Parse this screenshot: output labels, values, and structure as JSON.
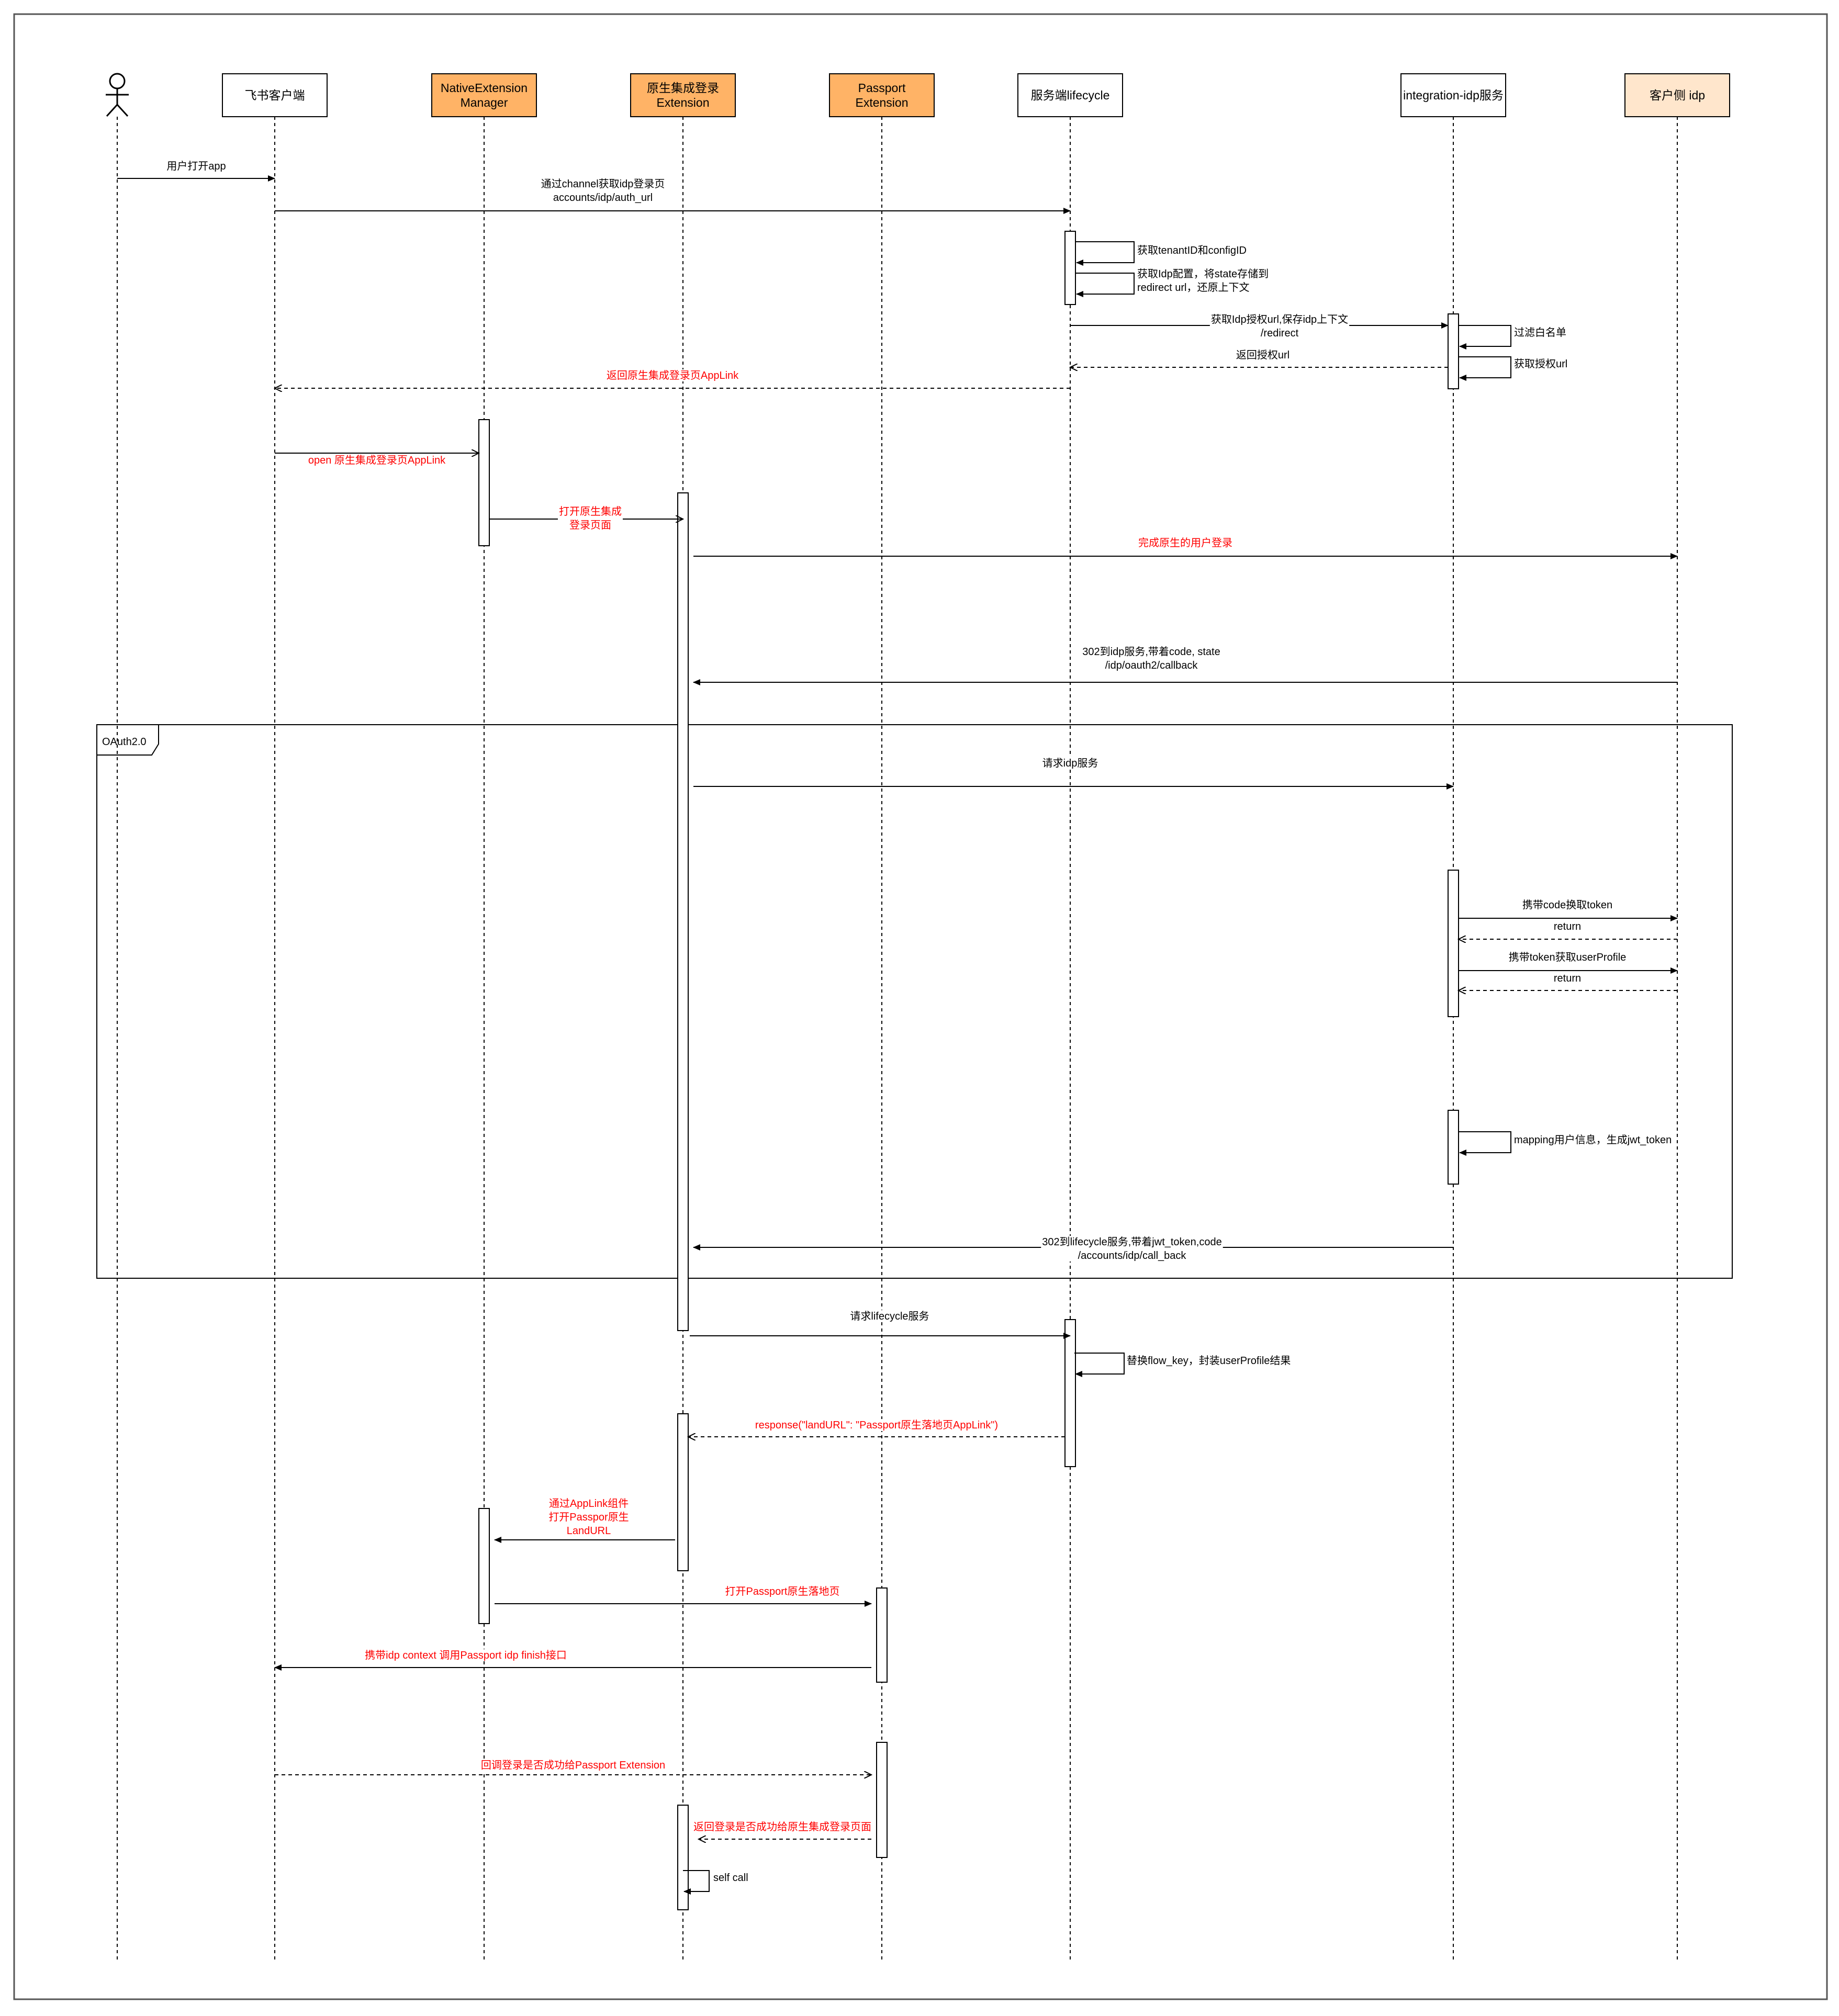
{
  "colors": {
    "line": "#000000",
    "red_text": "#ff0000",
    "orange_fill": "#ffb366",
    "peach_fill": "#ffe6cc",
    "white": "#ffffff"
  },
  "actors": [
    {
      "id": "user",
      "label": "",
      "style": "stickman"
    },
    {
      "id": "client",
      "label": "飞书客户端",
      "style": "plain"
    },
    {
      "id": "nem",
      "label": "NativeExtension\nManager",
      "style": "orange"
    },
    {
      "id": "native",
      "label": "原生集成登录\nExtension",
      "style": "orange"
    },
    {
      "id": "passport",
      "label": "Passport\nExtension",
      "style": "orange"
    },
    {
      "id": "lifecycle",
      "label": "服务端lifecycle",
      "style": "plain"
    },
    {
      "id": "idp",
      "label": "integration-idp服务",
      "style": "plain"
    },
    {
      "id": "cidp",
      "label": "客户侧 idp",
      "style": "peach"
    }
  ],
  "frame": {
    "label": "OAuth2.0"
  },
  "messages": [
    {
      "label": "用户打开app",
      "from": "user",
      "to": "client",
      "kind": "sync",
      "red": false
    },
    {
      "label": "通过channel获取idp登录页\naccounts/idp/auth_url",
      "from": "client",
      "to": "lifecycle",
      "kind": "sync",
      "red": false
    },
    {
      "label": "获取tenantID和configID",
      "from": "lifecycle",
      "to": "lifecycle",
      "kind": "self",
      "red": false
    },
    {
      "label": "获取Idp配置，将state存储到\nredirect url，还原上下文",
      "from": "lifecycle",
      "to": "lifecycle",
      "kind": "self",
      "red": false
    },
    {
      "label": "获取Idp授权url,保存idp上下文\n/redirect",
      "from": "lifecycle",
      "to": "idp",
      "kind": "sync",
      "red": false
    },
    {
      "label": "过滤白名单",
      "from": "idp",
      "to": "idp",
      "kind": "self",
      "red": false
    },
    {
      "label": "返回授权url",
      "from": "idp",
      "to": "lifecycle",
      "kind": "return",
      "red": false
    },
    {
      "label": "获取授权url",
      "from": "idp",
      "to": "idp",
      "kind": "self",
      "red": false
    },
    {
      "label": "返回原生集成登录页AppLink",
      "from": "lifecycle",
      "to": "client",
      "kind": "return",
      "red": true
    },
    {
      "label": "open 原生集成登录页AppLink",
      "from": "client",
      "to": "nem",
      "kind": "async",
      "red": true
    },
    {
      "label": "打开原生集成\n登录页面",
      "from": "nem",
      "to": "native",
      "kind": "async",
      "red": true
    },
    {
      "label": "完成原生的用户登录",
      "from": "native",
      "to": "cidp",
      "kind": "sync",
      "red": true
    },
    {
      "label": "302到idp服务,带着code, state\n/idp/oauth2/callback",
      "from": "cidp",
      "to": "native",
      "kind": "sync",
      "red": false
    },
    {
      "label": "请求idp服务",
      "from": "native",
      "to": "idp",
      "kind": "sync",
      "red": false
    },
    {
      "label": "携带code换取token",
      "from": "idp",
      "to": "cidp",
      "kind": "sync",
      "red": false
    },
    {
      "label": "return",
      "from": "cidp",
      "to": "idp",
      "kind": "return",
      "red": false
    },
    {
      "label": "携带token获取userProfile",
      "from": "idp",
      "to": "cidp",
      "kind": "sync",
      "red": false
    },
    {
      "label": "return",
      "from": "cidp",
      "to": "idp",
      "kind": "return",
      "red": false
    },
    {
      "label": "mapping用户信息，生成jwt_token",
      "from": "idp",
      "to": "idp",
      "kind": "self",
      "red": false
    },
    {
      "label": "302到lifecycle服务,带着jwt_token,code\n/accounts/idp/call_back",
      "from": "idp",
      "to": "native",
      "kind": "sync",
      "red": false
    },
    {
      "label": "请求lifecycle服务",
      "from": "native",
      "to": "lifecycle",
      "kind": "sync",
      "red": false
    },
    {
      "label": "替换flow_key，封装userProfile结果",
      "from": "lifecycle",
      "to": "lifecycle",
      "kind": "self",
      "red": false
    },
    {
      "label": "response(\"landURL\": \"Passport原生落地页AppLink\")",
      "from": "lifecycle",
      "to": "native",
      "kind": "return",
      "red": true
    },
    {
      "label": "通过AppLink组件\n打开Passpor原生\nLandURL",
      "from": "native",
      "to": "nem",
      "kind": "sync",
      "red": true
    },
    {
      "label": "打开Passport原生落地页",
      "from": "nem",
      "to": "passport",
      "kind": "sync",
      "red": true
    },
    {
      "label": "携带idp context 调用Passport idp finish接口",
      "from": "passport",
      "to": "client",
      "kind": "sync",
      "red": true
    },
    {
      "label": "回调登录是否成功给Passport Extension",
      "from": "client",
      "to": "passport",
      "kind": "return",
      "red": true
    },
    {
      "label": "返回登录是否成功给原生集成登录页面",
      "from": "passport",
      "to": "native",
      "kind": "return",
      "red": true
    },
    {
      "label": "self call",
      "from": "native",
      "to": "native",
      "kind": "self",
      "red": false
    }
  ]
}
